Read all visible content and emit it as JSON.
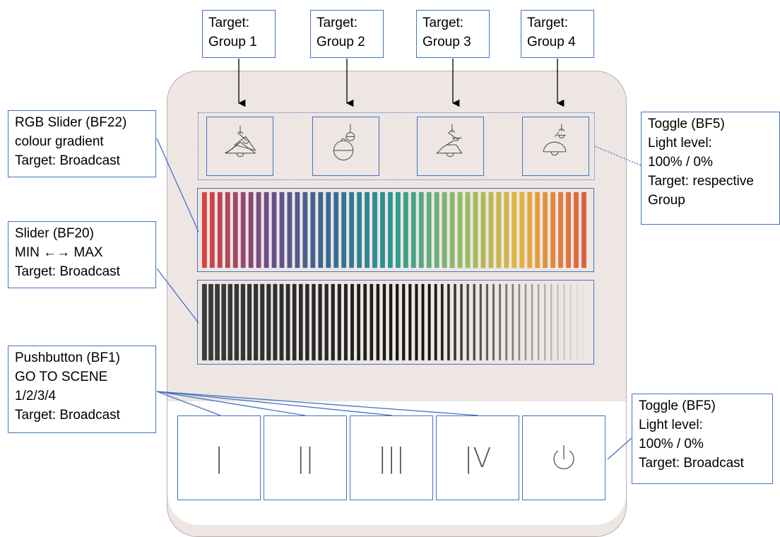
{
  "targets": [
    {
      "line1": "Target:",
      "line2": "Group 1"
    },
    {
      "line1": "Target:",
      "line2": "Group 2"
    },
    {
      "line1": "Target:",
      "line2": "Group 3"
    },
    {
      "line1": "Target:",
      "line2": "Group 4"
    }
  ],
  "callouts": {
    "rgb_slider": [
      "RGB Slider (BF22)",
      "colour gradient",
      "Target: Broadcast"
    ],
    "slider": [
      "Slider (BF20)",
      "MIN ←→ MAX",
      "Target: Broadcast"
    ],
    "pushbutton": [
      "Pushbutton (BF1)",
      "GO TO SCENE",
      "1/2/3/4",
      "Target: Broadcast"
    ],
    "toggle_groups": [
      "Toggle (BF5)",
      "Light level:",
      "100% / 0%",
      "Target: respective",
      "Group"
    ],
    "toggle_broadcast": [
      "Toggle (BF5)",
      "Light level:",
      "100% / 0%",
      "Target: Broadcast"
    ]
  },
  "lamps": [
    {
      "icon": "pendant-lamp-cone-icon"
    },
    {
      "icon": "globe-lamp-icon"
    },
    {
      "icon": "pendant-lamp-trapezoid-icon"
    },
    {
      "icon": "dome-lamp-icon"
    }
  ],
  "scene_buttons": [
    {
      "label": "|",
      "icon": "scene-1-icon"
    },
    {
      "label": "||",
      "icon": "scene-2-icon"
    },
    {
      "label": "|||",
      "icon": "scene-3-icon"
    },
    {
      "label": "|V",
      "icon": "scene-4-icon"
    }
  ],
  "power_button": {
    "icon": "power-icon"
  },
  "colors": {
    "accent": "#4472c4",
    "panel_background": "#ede6e3",
    "gradient": [
      "#d8433f",
      "#6a4d8a",
      "#356b94",
      "#2a9b90",
      "#8ebb6a",
      "#e4b33f",
      "#df5e3b"
    ]
  }
}
